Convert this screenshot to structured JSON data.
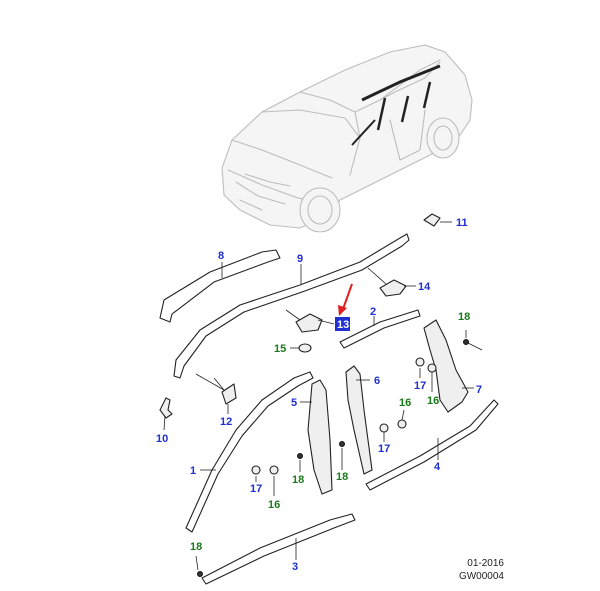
{
  "callouts": {
    "c1": "1",
    "c2": "2",
    "c3": "3",
    "c4": "4",
    "c5": "5",
    "c6": "6",
    "c7": "7",
    "c8": "8",
    "c9": "9",
    "c10": "10",
    "c11": "11",
    "c12": "12",
    "c13": "13",
    "c14": "14",
    "c15": "15",
    "c16a": "16",
    "c16b": "16",
    "c16c": "16",
    "c17a": "17",
    "c17b": "17",
    "c17c": "17",
    "c18a": "18",
    "c18b": "18",
    "c18c": "18",
    "c18d": "18"
  },
  "footer": {
    "date": "01-2016",
    "code": "GW00004"
  },
  "colors": {
    "callout_blue": "#1f2fd0",
    "callout_green": "#1b7a1b",
    "highlight_box": "#1f2fd0",
    "pointer_arrow": "#e02020"
  }
}
